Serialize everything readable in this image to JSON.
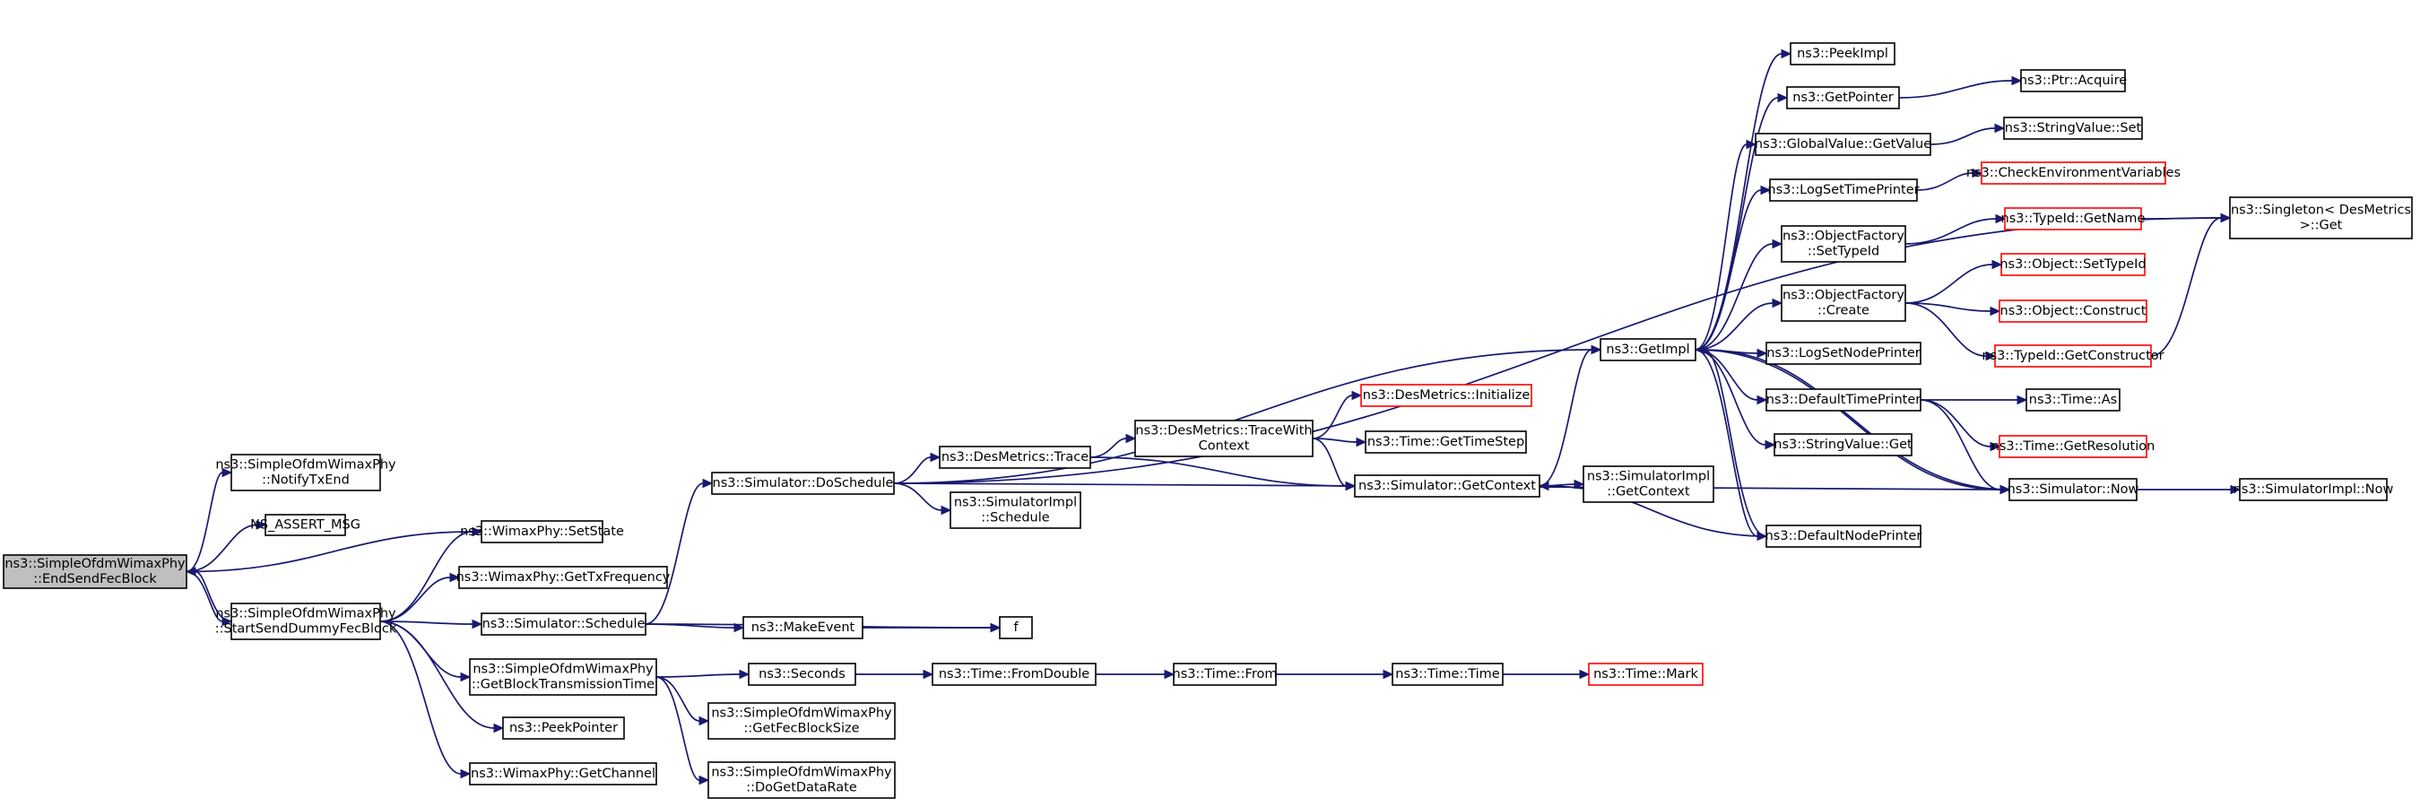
{
  "colors": {
    "edge": "#191970",
    "node_border": "#000000",
    "truncated_border": "#ff0000",
    "root_fill": "#bfbfbf",
    "background": "#ffffff"
  },
  "nodes": [
    {
      "id": "root",
      "lines": [
        "ns3::SimpleOfdmWimaxPhy",
        "::EndSendFecBlock"
      ],
      "style": "root"
    },
    {
      "id": "notifytxend",
      "lines": [
        "ns3::SimpleOfdmWimaxPhy",
        "::NotifyTxEnd"
      ]
    },
    {
      "id": "nsassert",
      "lines": [
        "NS_ASSERT_MSG"
      ]
    },
    {
      "id": "setstate",
      "lines": [
        "ns3::WimaxPhy::SetState"
      ]
    },
    {
      "id": "gettxfreq",
      "lines": [
        "ns3::WimaxPhy::GetTxFrequency"
      ]
    },
    {
      "id": "startsenddummy",
      "lines": [
        "ns3::SimpleOfdmWimaxPhy",
        "::StartSendDummyFecBlock"
      ]
    },
    {
      "id": "simschedule",
      "lines": [
        "ns3::Simulator::Schedule"
      ]
    },
    {
      "id": "getblocktx",
      "lines": [
        "ns3::SimpleOfdmWimaxPhy",
        "::GetBlockTransmissionTime"
      ]
    },
    {
      "id": "peekpointer",
      "lines": [
        "ns3::PeekPointer"
      ]
    },
    {
      "id": "getchannel",
      "lines": [
        "ns3::WimaxPhy::GetChannel"
      ]
    },
    {
      "id": "doschedule",
      "lines": [
        "ns3::Simulator::DoSchedule"
      ]
    },
    {
      "id": "makeevent",
      "lines": [
        "ns3::MakeEvent"
      ]
    },
    {
      "id": "f",
      "lines": [
        "f"
      ]
    },
    {
      "id": "seconds",
      "lines": [
        "ns3::Seconds"
      ]
    },
    {
      "id": "getfecblocksize",
      "lines": [
        "ns3::SimpleOfdmWimaxPhy",
        "::GetFecBlockSize"
      ]
    },
    {
      "id": "dogetdatarate",
      "lines": [
        "ns3::SimpleOfdmWimaxPhy",
        "::DoGetDataRate"
      ]
    },
    {
      "id": "desmetricstrace",
      "lines": [
        "ns3::DesMetrics::Trace"
      ]
    },
    {
      "id": "simimplschedule",
      "lines": [
        "ns3::SimulatorImpl",
        "::Schedule"
      ]
    },
    {
      "id": "fromdouble",
      "lines": [
        "ns3::Time::FromDouble"
      ]
    },
    {
      "id": "tracewithcontext",
      "lines": [
        "ns3::DesMetrics::TraceWith",
        "Context"
      ]
    },
    {
      "id": "timefrom",
      "lines": [
        "ns3::Time::From"
      ]
    },
    {
      "id": "desinit",
      "lines": [
        "ns3::DesMetrics::Initialize"
      ],
      "style": "red"
    },
    {
      "id": "gettimestep",
      "lines": [
        "ns3::Time::GetTimeStep"
      ]
    },
    {
      "id": "getcontext",
      "lines": [
        "ns3::Simulator::GetContext"
      ]
    },
    {
      "id": "timetime",
      "lines": [
        "ns3::Time::Time"
      ]
    },
    {
      "id": "timemark",
      "lines": [
        "ns3::Time::Mark"
      ],
      "style": "red"
    },
    {
      "id": "getimpl",
      "lines": [
        "ns3::GetImpl"
      ]
    },
    {
      "id": "simimplgetcontext",
      "lines": [
        "ns3::SimulatorImpl",
        "::GetContext"
      ]
    },
    {
      "id": "peekimpl",
      "lines": [
        "ns3::PeekImpl"
      ]
    },
    {
      "id": "getpointer",
      "lines": [
        "ns3::GetPointer"
      ]
    },
    {
      "id": "gvgetvalue",
      "lines": [
        "ns3::GlobalValue::GetValue"
      ]
    },
    {
      "id": "logsettimeprinter",
      "lines": [
        "ns3::LogSetTimePrinter"
      ]
    },
    {
      "id": "ofsettypeid",
      "lines": [
        "ns3::ObjectFactory",
        "::SetTypeId"
      ]
    },
    {
      "id": "ofcreate",
      "lines": [
        "ns3::ObjectFactory",
        "::Create"
      ]
    },
    {
      "id": "logsetnodeprinter",
      "lines": [
        "ns3::LogSetNodePrinter"
      ]
    },
    {
      "id": "defaulttimeprinter",
      "lines": [
        "ns3::DefaultTimePrinter"
      ]
    },
    {
      "id": "stringvalueget",
      "lines": [
        "ns3::StringValue::Get"
      ]
    },
    {
      "id": "defaultnodeprinter",
      "lines": [
        "ns3::DefaultNodePrinter"
      ]
    },
    {
      "id": "ptracquire",
      "lines": [
        "ns3::Ptr::Acquire"
      ]
    },
    {
      "id": "stringvalueset",
      "lines": [
        "ns3::StringValue::Set"
      ]
    },
    {
      "id": "checkenv",
      "lines": [
        "ns3::CheckEnvironmentVariables"
      ],
      "style": "red"
    },
    {
      "id": "typeidgetname",
      "lines": [
        "ns3::TypeId::GetName"
      ],
      "style": "red"
    },
    {
      "id": "objsettypeid",
      "lines": [
        "ns3::Object::SetTypeId"
      ],
      "style": "red"
    },
    {
      "id": "objconstruct",
      "lines": [
        "ns3::Object::Construct"
      ],
      "style": "red"
    },
    {
      "id": "typeidgetctor",
      "lines": [
        "ns3::TypeId::GetConstructor"
      ],
      "style": "red"
    },
    {
      "id": "timeas",
      "lines": [
        "ns3::Time::As"
      ]
    },
    {
      "id": "timegetres",
      "lines": [
        "ns3::Time::GetResolution"
      ],
      "style": "red"
    },
    {
      "id": "simnow",
      "lines": [
        "ns3::Simulator::Now"
      ]
    },
    {
      "id": "simimplnow",
      "lines": [
        "ns3::SimulatorImpl::Now"
      ]
    },
    {
      "id": "singletonget",
      "lines": [
        "ns3::Singleton< DesMetrics",
        " >::Get"
      ]
    }
  ],
  "edges": [
    [
      "root",
      "notifytxend"
    ],
    [
      "root",
      "nsassert"
    ],
    [
      "root",
      "setstate"
    ],
    [
      "root",
      "startsenddummy"
    ],
    [
      "startsenddummy",
      "root"
    ],
    [
      "startsenddummy",
      "setstate"
    ],
    [
      "startsenddummy",
      "gettxfreq"
    ],
    [
      "startsenddummy",
      "simschedule"
    ],
    [
      "startsenddummy",
      "getblocktx"
    ],
    [
      "startsenddummy",
      "peekpointer"
    ],
    [
      "startsenddummy",
      "getchannel"
    ],
    [
      "simschedule",
      "doschedule"
    ],
    [
      "simschedule",
      "makeevent"
    ],
    [
      "simschedule",
      "f"
    ],
    [
      "makeevent",
      "f"
    ],
    [
      "getblocktx",
      "seconds"
    ],
    [
      "getblocktx",
      "getfecblocksize"
    ],
    [
      "getblocktx",
      "dogetdatarate"
    ],
    [
      "seconds",
      "fromdouble"
    ],
    [
      "fromdouble",
      "timefrom"
    ],
    [
      "timefrom",
      "timetime"
    ],
    [
      "timetime",
      "timemark"
    ],
    [
      "doschedule",
      "desmetricstrace"
    ],
    [
      "doschedule",
      "simimplschedule"
    ],
    [
      "doschedule",
      "getimpl"
    ],
    [
      "doschedule",
      "singletonget"
    ],
    [
      "doschedule",
      "simnow"
    ],
    [
      "desmetricstrace",
      "tracewithcontext"
    ],
    [
      "desmetricstrace",
      "getcontext"
    ],
    [
      "tracewithcontext",
      "desinit"
    ],
    [
      "tracewithcontext",
      "gettimestep"
    ],
    [
      "tracewithcontext",
      "getcontext"
    ],
    [
      "getcontext",
      "getimpl"
    ],
    [
      "getcontext",
      "simimplgetcontext"
    ],
    [
      "getimpl",
      "peekimpl"
    ],
    [
      "getimpl",
      "getpointer"
    ],
    [
      "getimpl",
      "gvgetvalue"
    ],
    [
      "getimpl",
      "logsettimeprinter"
    ],
    [
      "getimpl",
      "ofsettypeid"
    ],
    [
      "getimpl",
      "ofcreate"
    ],
    [
      "getimpl",
      "logsetnodeprinter"
    ],
    [
      "getimpl",
      "defaulttimeprinter"
    ],
    [
      "getimpl",
      "stringvalueget"
    ],
    [
      "getimpl",
      "defaultnodeprinter"
    ],
    [
      "getimpl",
      "simnow"
    ],
    [
      "getpointer",
      "ptracquire"
    ],
    [
      "gvgetvalue",
      "stringvalueset"
    ],
    [
      "logsettimeprinter",
      "checkenv"
    ],
    [
      "ofsettypeid",
      "typeidgetname"
    ],
    [
      "typeidgetname",
      "singletonget"
    ],
    [
      "ofcreate",
      "objsettypeid"
    ],
    [
      "ofcreate",
      "objconstruct"
    ],
    [
      "ofcreate",
      "typeidgetctor"
    ],
    [
      "typeidgetctor",
      "singletonget"
    ],
    [
      "defaulttimeprinter",
      "timeas"
    ],
    [
      "defaulttimeprinter",
      "timegetres"
    ],
    [
      "defaulttimeprinter",
      "simnow"
    ],
    [
      "defaultnodeprinter",
      "getimpl"
    ],
    [
      "defaultnodeprinter",
      "getcontext"
    ],
    [
      "simnow",
      "getimpl"
    ],
    [
      "simnow",
      "simimplnow"
    ]
  ]
}
